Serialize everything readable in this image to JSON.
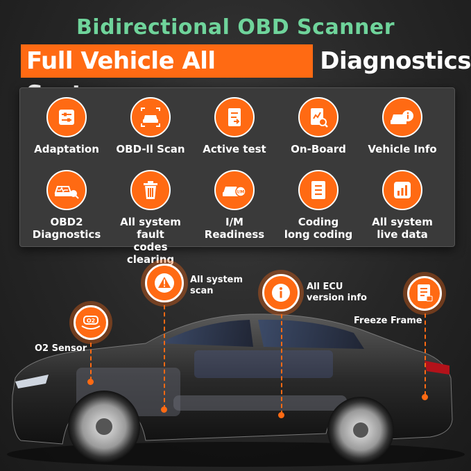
{
  "header": {
    "title": "Bidirectional OBD Scanner",
    "subtitle_highlight": "Full Vehicle All System",
    "subtitle_rest": "Diagnostics"
  },
  "features": [
    {
      "label": "Adaptation",
      "icon": "sliders-icon"
    },
    {
      "label": "OBD-ll Scan",
      "icon": "car-scan-icon"
    },
    {
      "label": "Active test",
      "icon": "document-arrow-icon"
    },
    {
      "label": "On-Board",
      "icon": "report-search-icon"
    },
    {
      "label": "Vehicle Info",
      "icon": "car-info-icon"
    },
    {
      "label": "OBD2\nDiagnostics",
      "icon": "car-heartbeat-icon"
    },
    {
      "label": "All system fault\ncodes clearing",
      "icon": "trash-icon"
    },
    {
      "label": "I/M\nReadiness",
      "icon": "car-im-icon"
    },
    {
      "label": "Coding\nlong coding",
      "icon": "list-document-icon"
    },
    {
      "label": "All system\nlive data",
      "icon": "bar-chart-icon"
    }
  ],
  "callouts": {
    "o2": "O2 Sensor",
    "o2_badge": "O2",
    "scan": "All system\nscan",
    "ecu": "All ECU\nversion info",
    "freeze": "Freeze Frame"
  },
  "colors": {
    "accent": "#ff6a13",
    "title_green": "#6fd49b",
    "background": "#262626"
  }
}
